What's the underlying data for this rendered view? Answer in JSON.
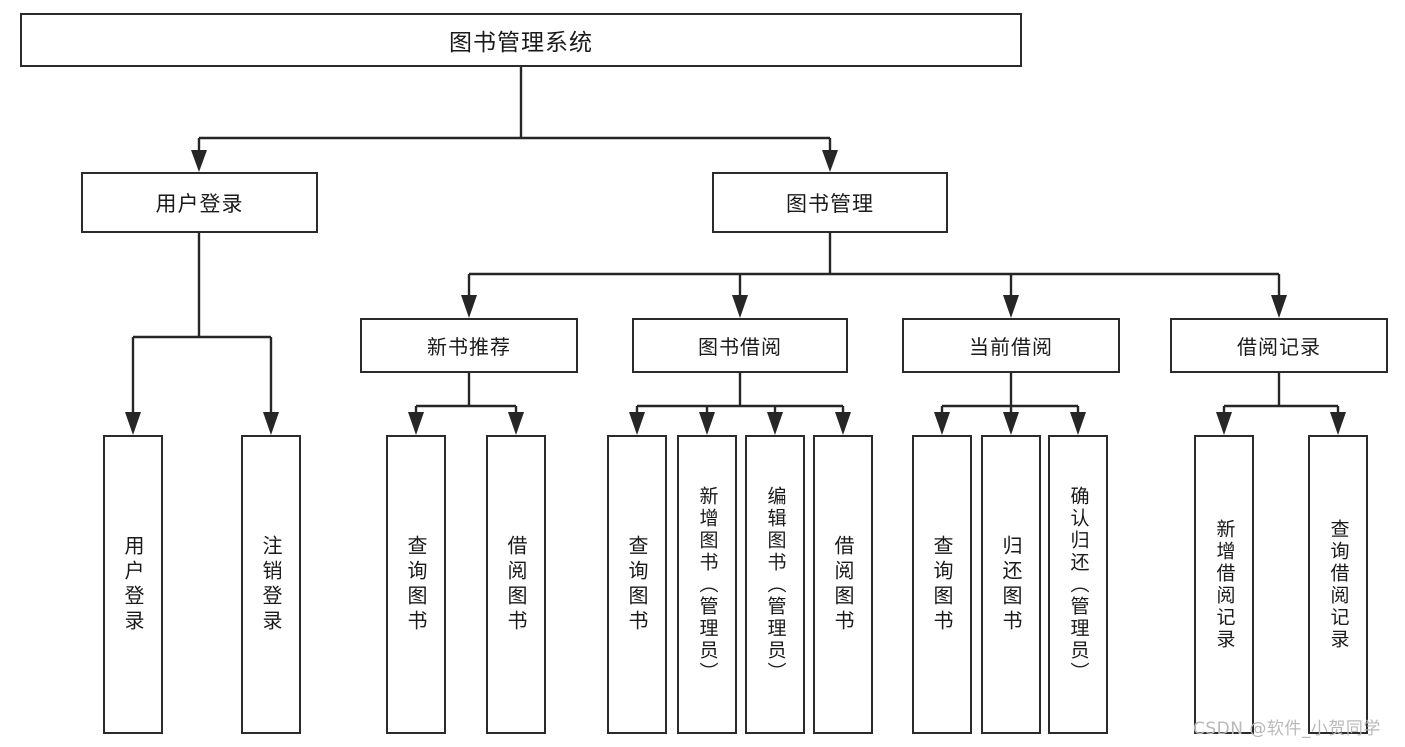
{
  "diagram": {
    "type": "tree",
    "title": "图书管理系统",
    "root": {
      "label": "图书管理系统"
    },
    "level2": [
      {
        "label": "用户登录"
      },
      {
        "label": "图书管理"
      }
    ],
    "level3": [
      {
        "label": "新书推荐"
      },
      {
        "label": "图书借阅"
      },
      {
        "label": "当前借阅"
      },
      {
        "label": "借阅记录"
      }
    ],
    "leaves": {
      "user_login": [
        {
          "label": "用户登录"
        },
        {
          "label": "注销登录"
        }
      ],
      "new_book": [
        {
          "label": "查询图书"
        },
        {
          "label": "借阅图书"
        }
      ],
      "book_borrow": [
        {
          "label": "查询图书"
        },
        {
          "label": "新增图书（管理员）"
        },
        {
          "label": "编辑图书（管理员）"
        },
        {
          "label": "借阅图书"
        }
      ],
      "current_borrow": [
        {
          "label": "查询图书"
        },
        {
          "label": "归还图书"
        },
        {
          "label": "确认归还（管理员）"
        }
      ],
      "borrow_record": [
        {
          "label": "新增借阅记录"
        },
        {
          "label": "查询借阅记录"
        }
      ]
    }
  },
  "watermark": {
    "text": "CSDN @软件_小贺同学"
  },
  "colors": {
    "stroke": "#2b2b2b",
    "text": "#1a1a1a",
    "background": "#ffffff",
    "watermark": "#b9b9b9"
  }
}
